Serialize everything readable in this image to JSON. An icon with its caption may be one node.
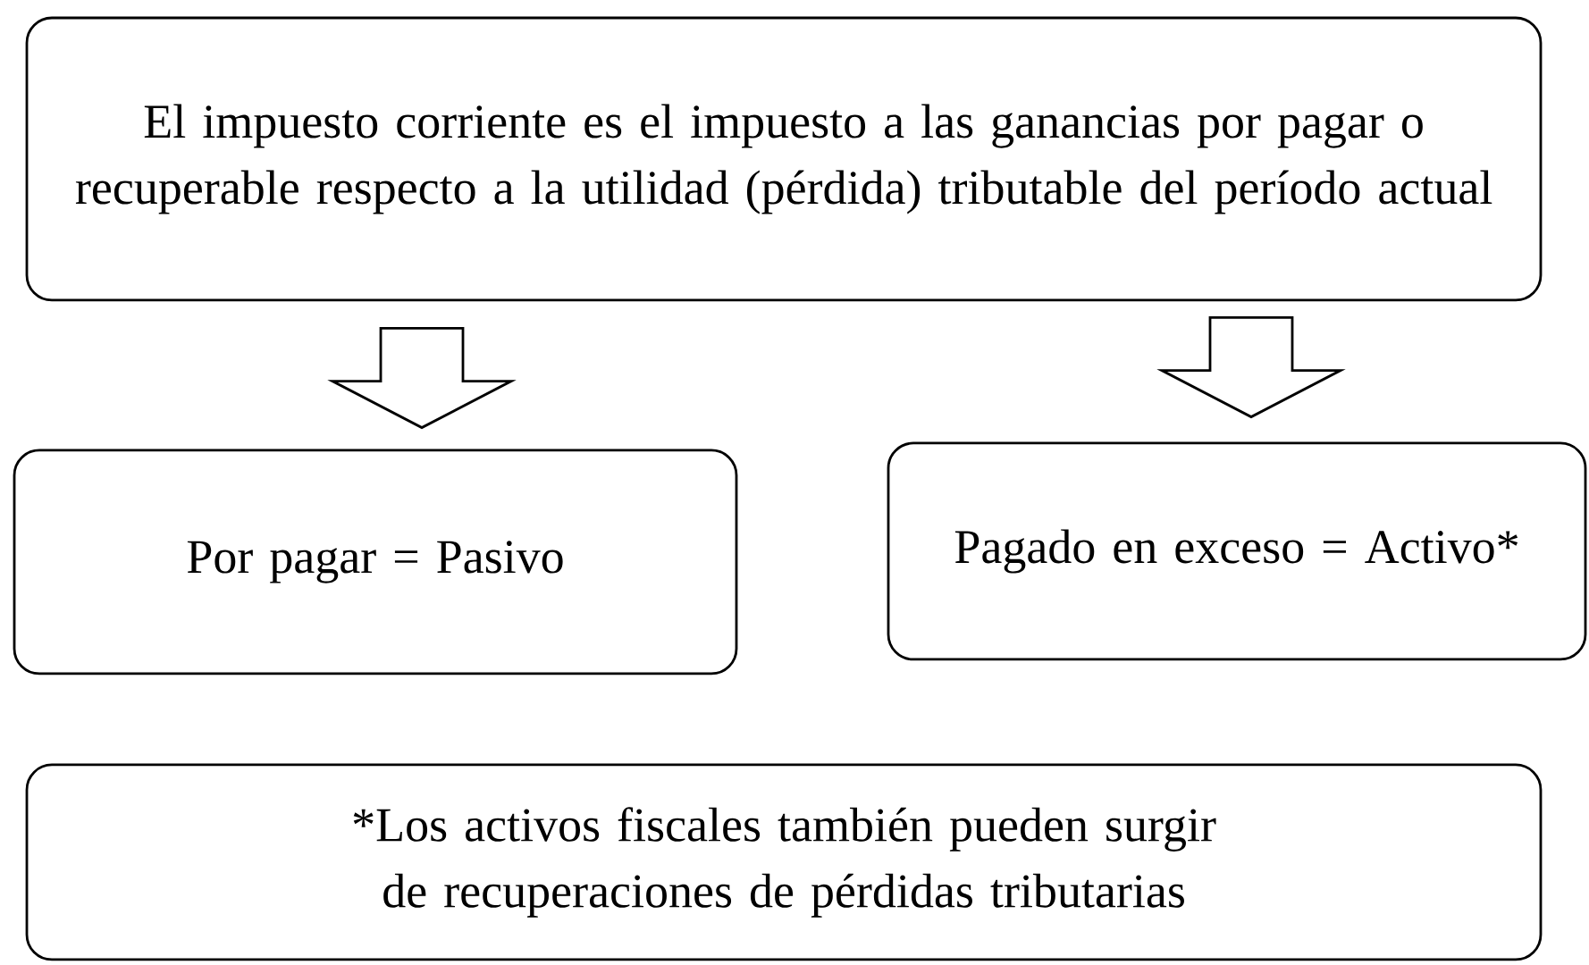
{
  "diagram": {
    "nodes": [
      {
        "text": [
          "El impuesto corriente es el impuesto a las ganancias por pagar o recuperable respecto a la utilidad (pérdida) tributable del período actual"
        ]
      },
      {
        "text": [
          "Por pagar = Pasivo"
        ]
      },
      {
        "text": [
          "Pagado en exceso = Activo*"
        ]
      },
      {
        "text": [
          "*Los activos fiscales también pueden surgir de recuperaciones de pérdidas tributarias"
        ]
      }
    ],
    "edges": [
      {
        "from": 0,
        "to": 1,
        "arrow": "to"
      },
      {
        "from": 0,
        "to": 2,
        "arrow": "to"
      }
    ]
  }
}
